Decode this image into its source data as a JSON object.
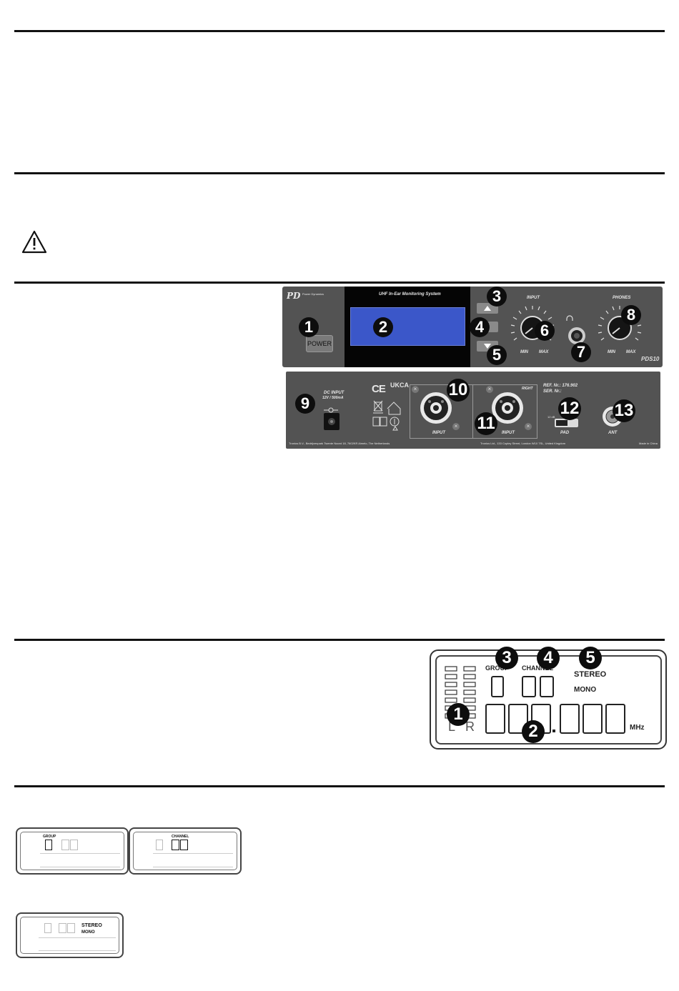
{
  "front_panel": {
    "logo_text": "Power Dynamics",
    "title": "UHF In-Ear Monitoring System",
    "power_label": "POWER",
    "input_label": "INPUT",
    "phones_label": "PHONES",
    "min_label": "MIN",
    "max_label": "MAX",
    "model": "PDS10",
    "callouts": [
      "1",
      "2",
      "3",
      "4",
      "5",
      "6",
      "7",
      "8"
    ]
  },
  "rear_panel": {
    "dc_input_label": "DC INPUT",
    "dc_input_rating": "12V / 500mA",
    "ref_no": "REF. Nr.: 176.902",
    "ser_no": "SER. Nr.:",
    "input_label": "INPUT",
    "right_label": "RIGHT",
    "pad_label": "PAD",
    "pad_value": "12 dB",
    "ant_label": "ANT",
    "footer_left": "Tronios B.V., Bedrijvenpark Twente Noord 18, 7602KR Almelo, The Netherlands",
    "footer_mid": "Tronios Ltd., 133 Copley Street, London W10 7SL, United Kingdom",
    "footer_right": "Made in China",
    "marks": [
      "CE",
      "UKCA"
    ],
    "callouts": [
      "9",
      "10",
      "11",
      "12",
      "13"
    ]
  },
  "display": {
    "group_label": "GROUP",
    "channel_label": "CHANNEL",
    "stereo_label": "STEREO",
    "mono_label": "MONO",
    "mhz_label": "MHz",
    "left_label": "L",
    "right_label": "R",
    "callouts": [
      "1",
      "2",
      "3",
      "4",
      "5"
    ]
  },
  "mini_displays": {
    "group_label": "GROUP",
    "channel_label": "CHANNEL",
    "stereo_label": "STEREO",
    "mono_label": "MONO"
  },
  "icons": {
    "warning": "warning-triangle-icon",
    "headphones": "headphones-icon"
  }
}
